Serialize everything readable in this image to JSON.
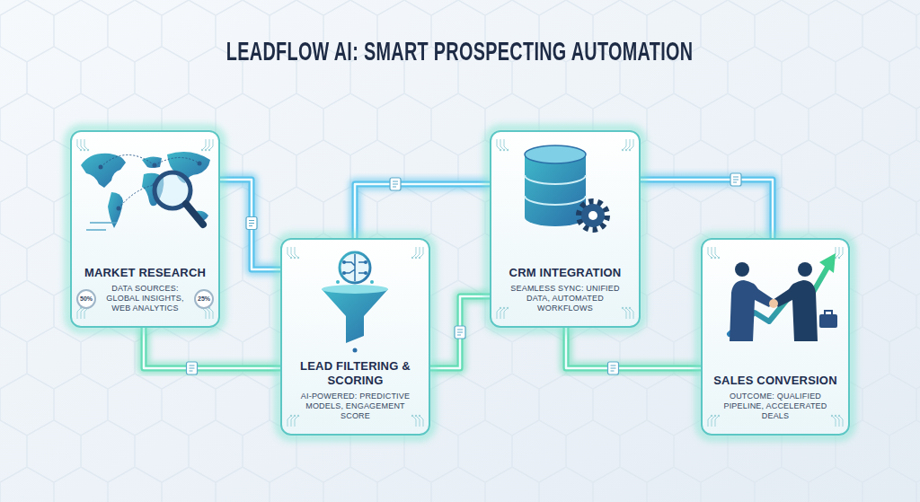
{
  "diagram": {
    "title": "LEADFLOW AI: SMART PROSPECTING AUTOMATION",
    "nodes": [
      {
        "text": [
          "MARKET RESEARCH",
          "DATA SOURCES: GLOBAL INSIGHTS, WEB ANALYTICS"
        ]
      },
      {
        "text": [
          "LEAD FILTERING & SCORING",
          "AI-POWERED: PREDICTIVE MODELS, ENGAGEMENT SCORE"
        ]
      },
      {
        "text": [
          "CRM INTEGRATION",
          "SEAMLESS SYNC: UNIFIED DATA, AUTOMATED WORKFLOWS"
        ]
      },
      {
        "text": [
          "SALES CONVERSION",
          "OUTCOME: QUALIFIED PIPELINE, ACCELERATED DEALS"
        ]
      }
    ],
    "edges": [
      {
        "from": 0,
        "to": 1,
        "arrow": "none"
      },
      {
        "from": 0,
        "to": 1,
        "arrow": "none"
      },
      {
        "from": 1,
        "to": 2,
        "arrow": "none"
      },
      {
        "from": 1,
        "to": 2,
        "arrow": "none"
      },
      {
        "from": 2,
        "to": 3,
        "arrow": "none"
      },
      {
        "from": 2,
        "to": 3,
        "arrow": "none"
      }
    ],
    "labels": [
      "50%",
      "25%"
    ]
  }
}
